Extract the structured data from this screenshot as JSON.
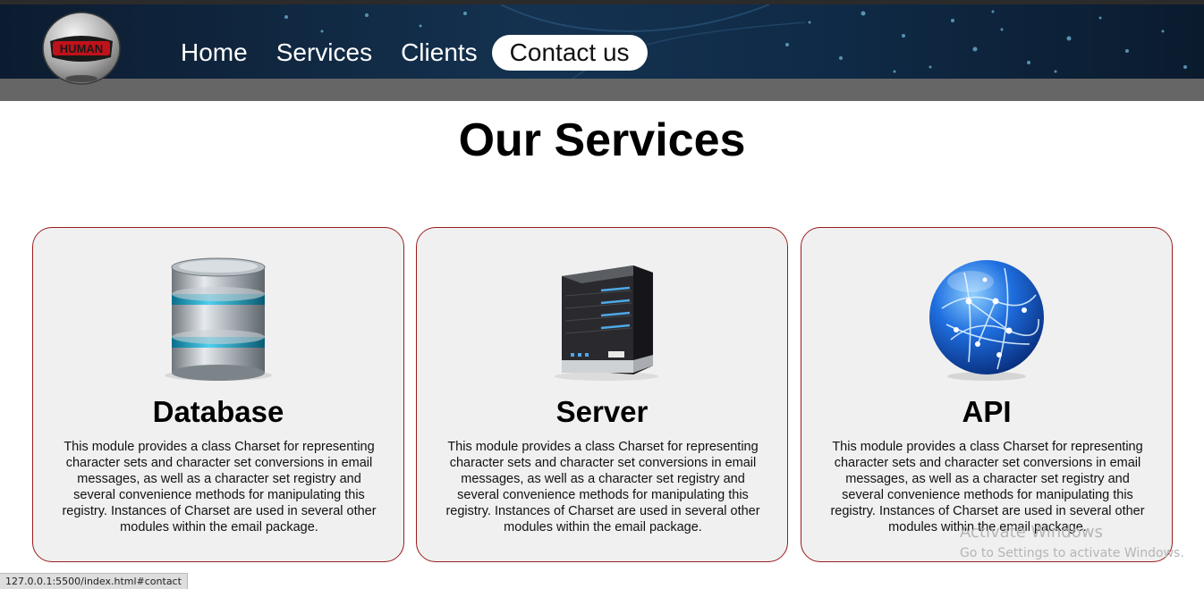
{
  "logo": {
    "text": "HUMAN"
  },
  "nav": {
    "items": [
      {
        "label": "Home"
      },
      {
        "label": "Services"
      },
      {
        "label": "Clients"
      },
      {
        "label": "Contact us"
      }
    ],
    "active": "Contact us"
  },
  "main": {
    "title": "Our Services",
    "cards": [
      {
        "title": "Database",
        "icon": "database-icon",
        "description": "This module provides a class Charset for representing character sets and character set conversions in email messages, as well as a character set registry and several convenience methods for manipulating this registry. Instances of Charset are used in several other modules within the email package."
      },
      {
        "title": "Server",
        "icon": "server-icon",
        "description": "This module provides a class Charset for representing character sets and character set conversions in email messages, as well as a character set registry and several convenience methods for manipulating this registry. Instances of Charset are used in several other modules within the email package."
      },
      {
        "title": "API",
        "icon": "globe-network-icon",
        "description": "This module provides a class Charset for representing character sets and character set conversions in email messages, as well as a character set registry and several convenience methods for manipulating this registry. Instances of Charset are used in several other modules within the email package."
      }
    ]
  },
  "watermark": {
    "title": "Activate Windows",
    "subtitle": "Go to Settings to activate Windows."
  },
  "status_bar": {
    "url": "127.0.0.1:5500/index.html#contact"
  },
  "colors": {
    "header_bg": "#0f2238",
    "header_strip": "#666666",
    "card_bg": "#f0f0f0",
    "card_border": "#9b1c1c",
    "nav_active_bg": "#ffffff"
  }
}
